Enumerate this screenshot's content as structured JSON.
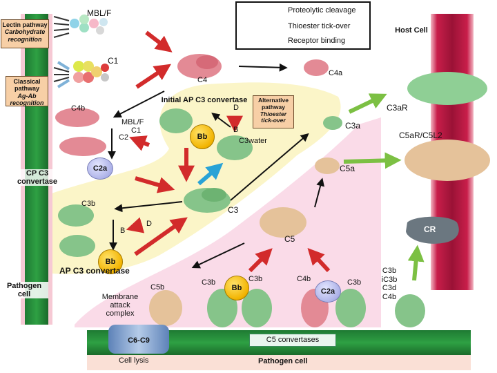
{
  "legend": {
    "items": [
      {
        "label": "Proteolytic cleavage",
        "color": "#d22b2b"
      },
      {
        "label": "Thioester tick-over",
        "color": "#29a3d6"
      },
      {
        "label": "Receptor binding",
        "color": "#7cc043"
      }
    ]
  },
  "pathways": {
    "lectin": {
      "title": "Lectin pathway",
      "subtitle": "Carbohydrate recognition"
    },
    "classical": {
      "title": "Classical pathway",
      "subtitle": "Ag-Ab recognition"
    },
    "alternative": {
      "title": "Alternative pathway",
      "subtitle": "Thioester tick-over"
    }
  },
  "labels": {
    "mblf_top": "MBL/F",
    "c1_top": "C1",
    "c4": "C4",
    "c4a": "C4a",
    "c4b": "C4b",
    "mblf_mid": "MBL/F",
    "c1_mid": "C1",
    "c2": "C2",
    "c2a_left": "C2a",
    "cp_c3_convertase": "CP C3 convertase",
    "initial_ap_c3_convertase": "Initial AP C3 convertase",
    "d_top": "D",
    "b_top": "B",
    "bb_top": "Bb",
    "c3water": "C3water",
    "c3": "C3",
    "c3a": "C3a",
    "c3b_left": "C3b",
    "b_left": "B",
    "d_left": "D",
    "bb_left": "Bb",
    "ap_c3_convertase": "AP C3 convertase",
    "c5": "C5",
    "c5a": "C5a",
    "c5b": "C5b",
    "membrane_attack_complex": "Membrane attack complex",
    "c6c9": "C6-C9",
    "c3b_bottom_left": "C3b",
    "bb_bottom": "Bb",
    "c3b_bottom_mid": "C3b",
    "c4b_bottom": "C4b",
    "c2a_bottom": "C2a",
    "c3b_bottom_right": "C3b",
    "c5_convertases": "C5 convertases",
    "cell_lysis": "Cell lysis",
    "pathogen_cell_bottom": "Pathogen cell",
    "pathogen_cell_left": "Pathogen cell",
    "host_cell": "Host Cell",
    "c3ar": "C3aR",
    "c5ar": "C5aR/C5L2",
    "cr": "CR",
    "cr_ligands": [
      "C3b",
      "iC3b",
      "C3d",
      "C4b"
    ]
  }
}
